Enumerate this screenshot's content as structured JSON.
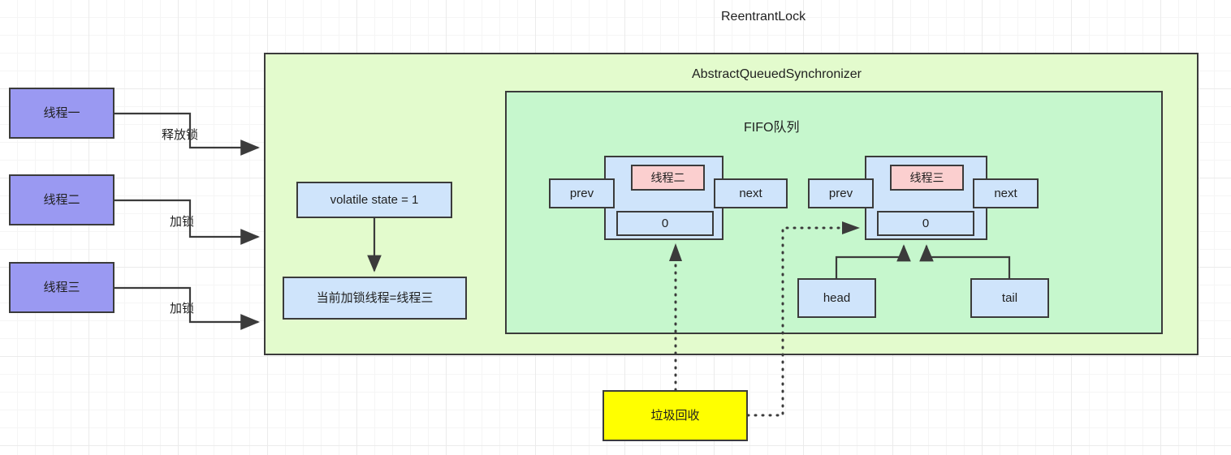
{
  "diagram": {
    "title": "ReentrantLock",
    "containers": {
      "aqs": "AbstractQueuedSynchronizer",
      "fifo": "FIFO队列"
    },
    "threads": [
      {
        "label": "线程一",
        "edge_label": "释放锁"
      },
      {
        "label": "线程二",
        "edge_label": "加锁"
      },
      {
        "label": "线程三",
        "edge_label": "加锁"
      }
    ],
    "state": {
      "volatile_state": "volatile state = 1",
      "current_lock_thread": "当前加锁线程=线程三"
    },
    "queue_nodes": [
      {
        "prev": "prev",
        "thread": "线程二",
        "waitstatus": "0",
        "next": "next"
      },
      {
        "prev": "prev",
        "thread": "线程三",
        "waitstatus": "0",
        "next": "next"
      }
    ],
    "pointers": {
      "head": "head",
      "tail": "tail"
    },
    "gc": {
      "label": "垃圾回收"
    },
    "colors": {
      "thread_fill": "#9a99f2",
      "aqs_fill": "#e3fbcd",
      "fifo_fill": "#c6f7cd",
      "node_fill": "#cfe4fb",
      "thread_node_fill": "#fbcfcf",
      "gc_fill": "#ffff00",
      "stroke": "#3b3b3b"
    }
  }
}
